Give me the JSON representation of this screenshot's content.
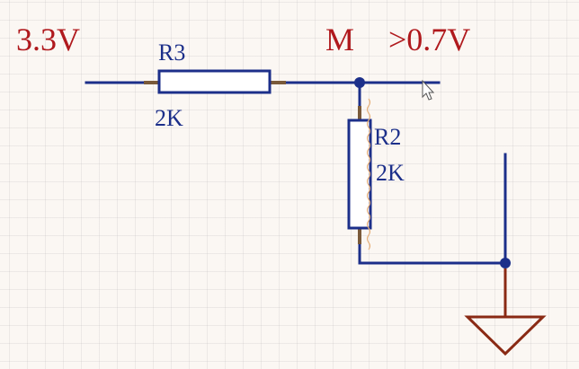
{
  "labels": {
    "supply_voltage": "3.3V",
    "node_name": "M",
    "node_voltage": ">0.7V"
  },
  "components": {
    "r3": {
      "designator": "R3",
      "value": "2K"
    },
    "r2": {
      "designator": "R2",
      "value": "2K"
    }
  },
  "colors": {
    "wire": "#1c2f8a",
    "component_outline": "#1c2f8a",
    "component_fill": "#ffffff",
    "component_text": "#1c2f8a",
    "annotation_text": "#b0191d",
    "ground_symbol": "#8a2a14",
    "pin_stub": "#7a5a3a",
    "highlight": "#e6b07a"
  },
  "icons": {
    "cursor": "mouse-pointer-icon",
    "ground": "ground-symbol-icon"
  }
}
